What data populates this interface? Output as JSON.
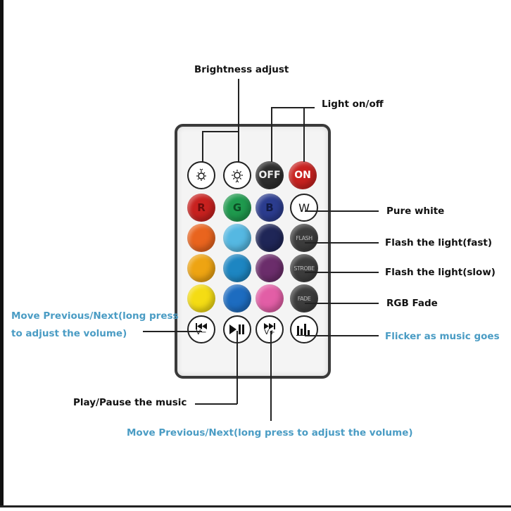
{
  "labels": {
    "brightness": "Brightness adjust",
    "light_onoff": "Light on/off",
    "pure_white": "Pure white",
    "flash_fast": "Flash the light(fast)",
    "flash_slow": "Flash the light(slow)",
    "rgb_fade": "RGB Fade",
    "move_left_1": "Move Previous/Next(long press",
    "move_left_2": "to adjust the volume)",
    "flicker": "Flicker as music goes",
    "play_pause": "Play/Pause the music",
    "move_bottom": "Move Previous/Next(long press to adjust the volume)"
  },
  "buttons": {
    "off": "OFF",
    "on": "ON",
    "r": "R",
    "g": "G",
    "b": "B",
    "w": "W",
    "flash": "FLASH",
    "strobe": "STROBE",
    "fade": "FADE",
    "prev_vol": "V−",
    "next_vol": "V+"
  },
  "colors": {
    "row3": [
      "#e9641e",
      "#55b8e2",
      "#1f2657",
      "#3c3c3c"
    ],
    "row4": [
      "#eea412",
      "#1d86c2",
      "#6b2d6b",
      "#3c3c3c"
    ],
    "row5": [
      "#f4dc14",
      "#1d6cc0",
      "#e25ea6",
      "#3c3c3c"
    ],
    "red": "#c8211f",
    "green": "#1f9a4e",
    "blue": "#2b3c8e",
    "label_blue": "#4a9cc4"
  }
}
